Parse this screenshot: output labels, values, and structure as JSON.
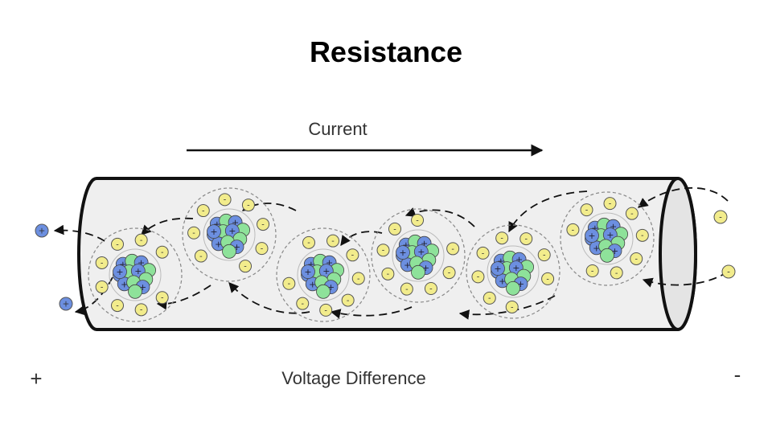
{
  "slide": {
    "title": "Resistance"
  },
  "diagram": {
    "current_label": "Current",
    "voltage_label": "Voltage Difference",
    "positive_terminal": "+",
    "negative_terminal": "-",
    "electron_symbol": "-",
    "ion_symbol": "+"
  },
  "colors": {
    "electron": "#f2ec8c",
    "proton": "#6c8fe0",
    "neutron": "#8ee29a",
    "tube_fill": "#efefef",
    "outline": "#111111"
  }
}
